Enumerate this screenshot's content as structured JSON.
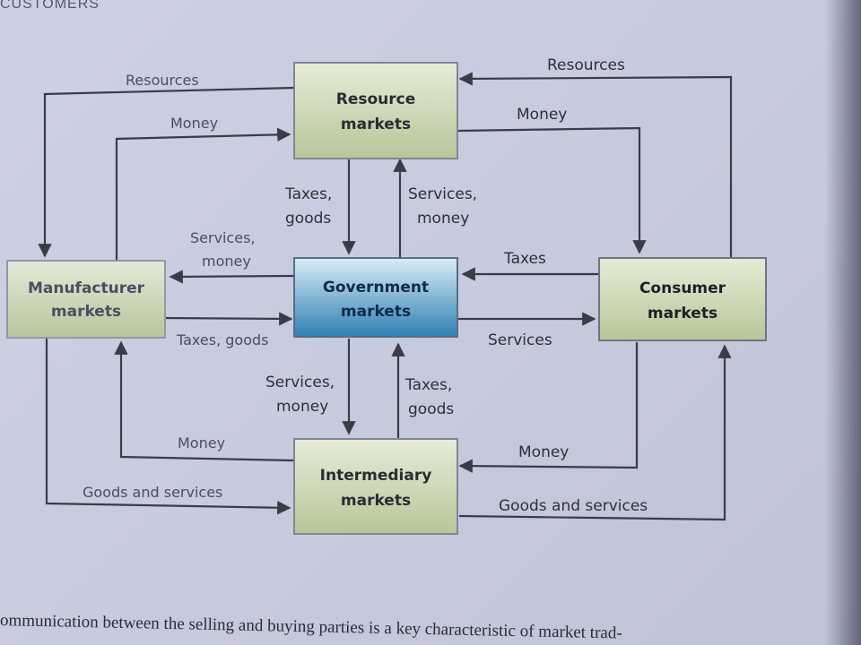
{
  "header": {
    "text": "CUSTOMERS"
  },
  "footer": {
    "text": "ommunication between the selling and buying parties is a key characteristic of market trad-"
  },
  "boxes": {
    "resource": {
      "line1": "Resource",
      "line2": "markets"
    },
    "manufacturer": {
      "line1": "Manufacturer",
      "line2": "markets"
    },
    "government": {
      "line1": "Government",
      "line2": "markets"
    },
    "consumer": {
      "line1": "Consumer",
      "line2": "markets"
    },
    "intermediary": {
      "line1": "Intermediary",
      "line2": "markets"
    }
  },
  "flows": {
    "resources_to_manufacturer": "Resources",
    "money_to_resource": "Money",
    "resources_from_consumer": "Resources",
    "money_to_consumer": "Money",
    "taxes_goods_down_1": "Taxes,",
    "taxes_goods_down_2": "goods",
    "services_money_up_1": "Services,",
    "services_money_up_2": "money",
    "services_money_left_1": "Services,",
    "services_money_left_2": "money",
    "taxes_goods_right": "Taxes, goods",
    "taxes_left": "Taxes",
    "services_right": "Services",
    "services_money_down_1": "Services,",
    "services_money_down_2": "money",
    "taxes_goods_up_1": "Taxes,",
    "taxes_goods_up_2": "goods",
    "money_to_manufacturer": "Money",
    "goods_services_to_intermediary": "Goods and services",
    "money_to_intermediary": "Money",
    "goods_services_to_consumer": "Goods and services"
  },
  "colors": {
    "green_box_top": "#e6ecd8",
    "green_box_bottom": "#b6c698",
    "blue_box_top": "#d9edf7",
    "blue_box_bottom": "#2f7fb4",
    "box_text": "#2a2c35",
    "blue_box_text": "#122a4a"
  }
}
